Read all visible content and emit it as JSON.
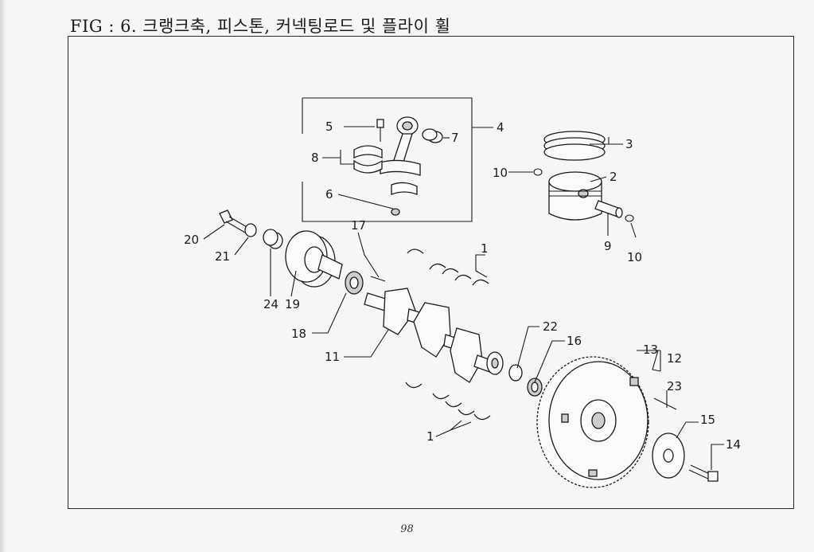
{
  "figure": {
    "title": "FIG : 6. 크랭크축, 피스톤, 커넥팅로드 및 플라이 휠"
  },
  "page_number": "98",
  "callouts": [
    {
      "id": "c1a",
      "text": "1"
    },
    {
      "id": "c1b",
      "text": "1"
    },
    {
      "id": "c2",
      "text": "2"
    },
    {
      "id": "c3",
      "text": "3"
    },
    {
      "id": "c4",
      "text": "4"
    },
    {
      "id": "c5",
      "text": "5"
    },
    {
      "id": "c6",
      "text": "6"
    },
    {
      "id": "c7",
      "text": "7"
    },
    {
      "id": "c8",
      "text": "8"
    },
    {
      "id": "c9",
      "text": "9"
    },
    {
      "id": "c10a",
      "text": "10"
    },
    {
      "id": "c10b",
      "text": "10"
    },
    {
      "id": "c11",
      "text": "11"
    },
    {
      "id": "c12",
      "text": "12"
    },
    {
      "id": "c13",
      "text": "13"
    },
    {
      "id": "c14",
      "text": "14"
    },
    {
      "id": "c15",
      "text": "15"
    },
    {
      "id": "c16",
      "text": "16"
    },
    {
      "id": "c17",
      "text": "17"
    },
    {
      "id": "c18",
      "text": "18"
    },
    {
      "id": "c19",
      "text": "19"
    },
    {
      "id": "c20",
      "text": "20"
    },
    {
      "id": "c21",
      "text": "21"
    },
    {
      "id": "c22",
      "text": "22"
    },
    {
      "id": "c23",
      "text": "23"
    },
    {
      "id": "c24",
      "text": "24"
    }
  ]
}
